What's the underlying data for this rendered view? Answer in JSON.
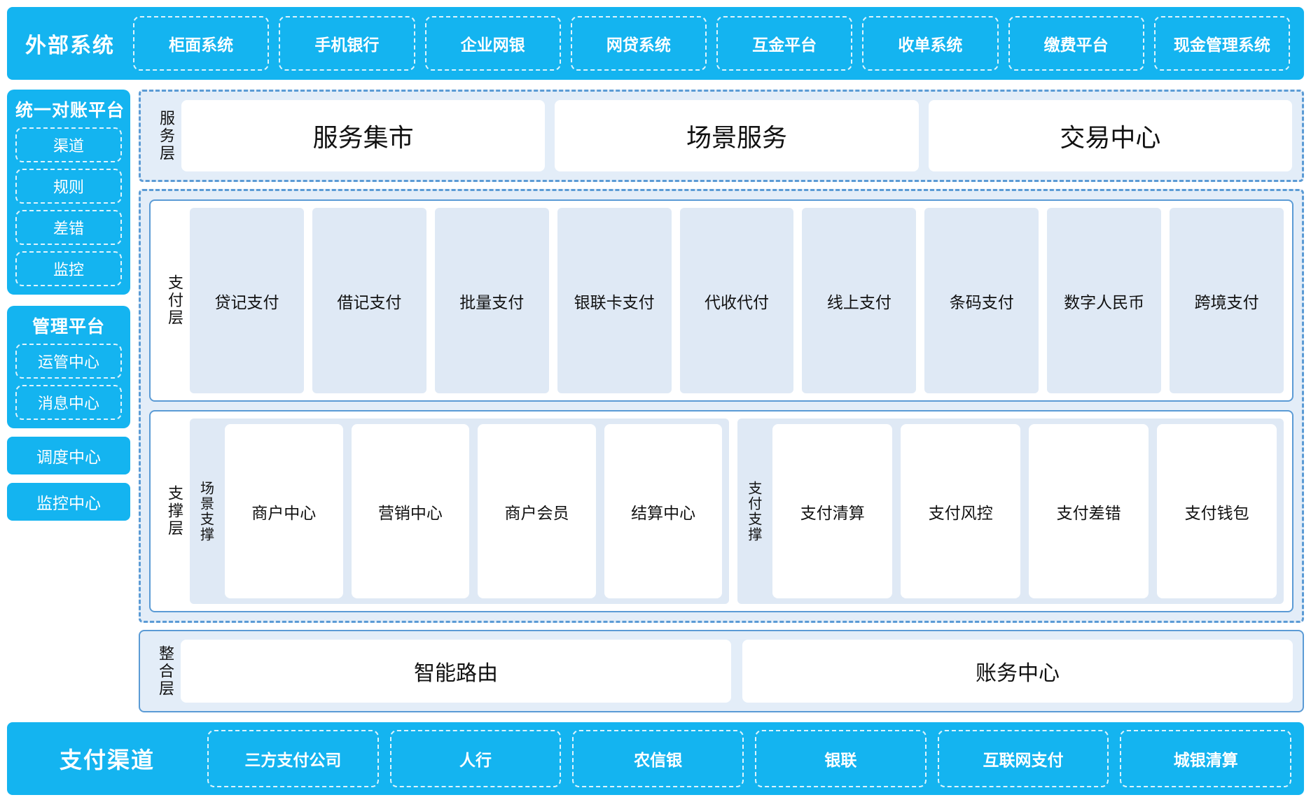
{
  "colors": {
    "cyan": "#14b4f0",
    "panel_blue": "#5b9bd5",
    "zone_fill": "#e3edf8",
    "cell_fill": "#dfe9f5",
    "white": "#ffffff"
  },
  "external": {
    "title": "外部系统",
    "items": [
      "柜面系统",
      "手机银行",
      "企业网银",
      "网贷系统",
      "互金平台",
      "收单系统",
      "缴费平台",
      "现金管理系统"
    ]
  },
  "sidebar": {
    "reconciliation": {
      "title": "统一对账平台",
      "items": [
        "渠道",
        "规则",
        "差错",
        "监控"
      ]
    },
    "management": {
      "title": "管理平台",
      "items": [
        "运管中心",
        "消息中心"
      ]
    },
    "standalone": [
      "调度中心",
      "监控中心"
    ]
  },
  "service_layer": {
    "label": "服务层",
    "cards": [
      "服务集市",
      "场景服务",
      "交易中心"
    ]
  },
  "payment_layer": {
    "label": "支付层",
    "cells": [
      "贷记支付",
      "借记支付",
      "批量支付",
      "银联卡支付",
      "代收代付",
      "线上支付",
      "条码支付",
      "数字人民币",
      "跨境支付"
    ]
  },
  "support_layer": {
    "label": "支撑层",
    "groups": [
      {
        "label": "场景支撑",
        "cells": [
          "商户中心",
          "营销中心",
          "商户会员",
          "结算中心"
        ]
      },
      {
        "label": "支付支撑",
        "cells": [
          "支付清算",
          "支付风控",
          "支付差错",
          "支付钱包"
        ]
      }
    ]
  },
  "integration_layer": {
    "label": "整合层",
    "cards": [
      "智能路由",
      "账务中心"
    ]
  },
  "channel": {
    "title": "支付渠道",
    "items": [
      "三方支付公司",
      "人行",
      "农信银",
      "银联",
      "互联网支付",
      "城银清算"
    ]
  }
}
